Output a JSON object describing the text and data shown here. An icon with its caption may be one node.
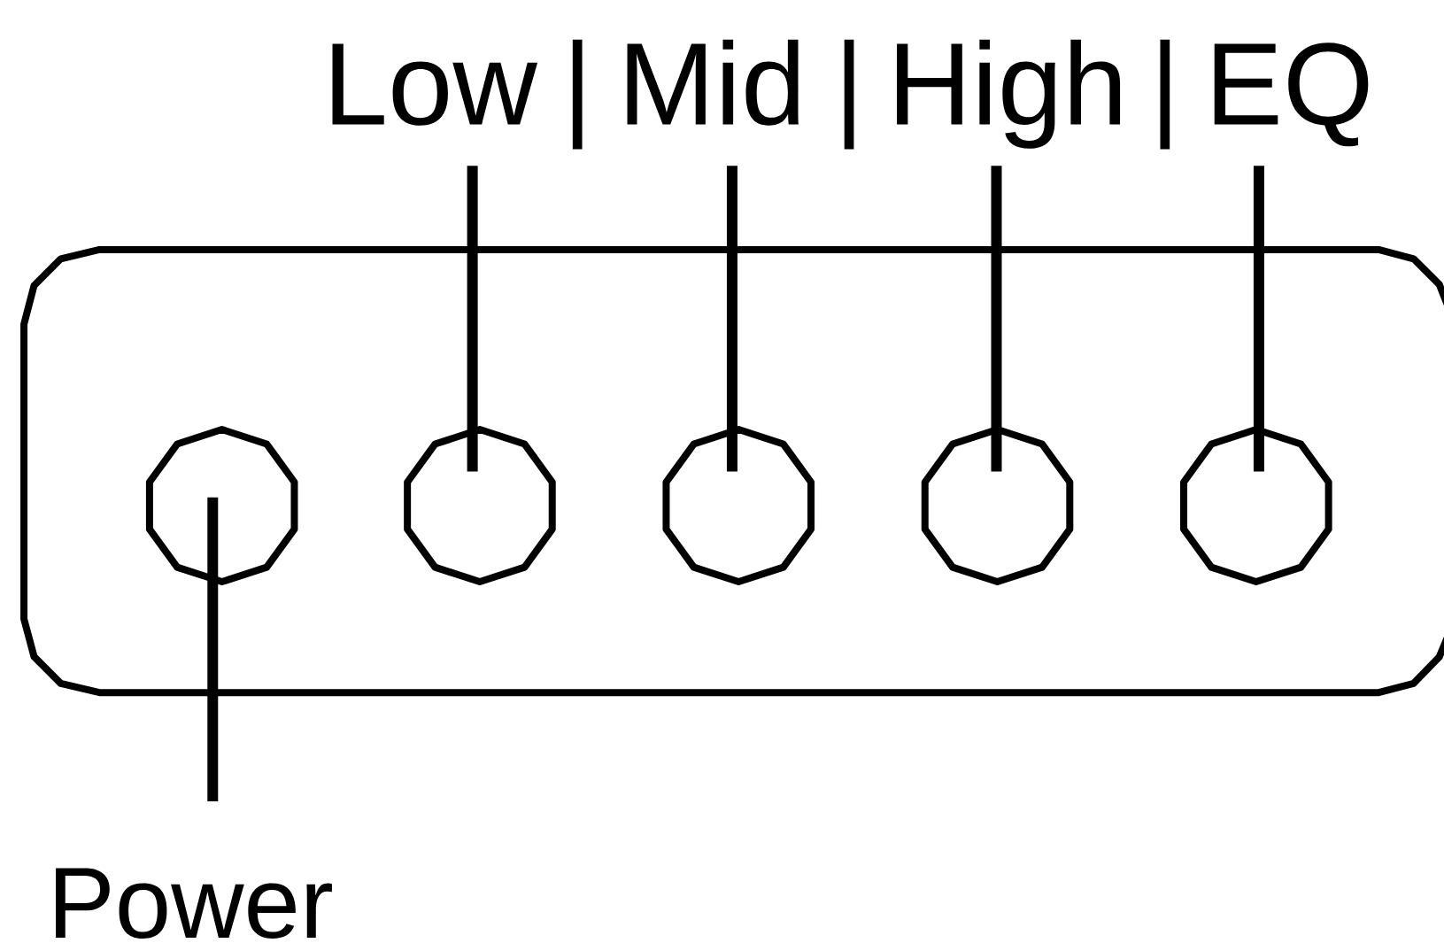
{
  "diagram": {
    "nodes": [
      {
        "text": [
          "Low"
        ]
      },
      {
        "text": [
          "Mid"
        ]
      },
      {
        "text": [
          "High"
        ]
      },
      {
        "text": [
          "EQ"
        ]
      },
      {
        "text": [],
        "shape": "box"
      },
      {
        "text": [],
        "shape": "decagon",
        "in": 4
      },
      {
        "text": [],
        "shape": "decagon",
        "in": 4
      },
      {
        "text": [],
        "shape": "decagon",
        "in": 4
      },
      {
        "text": [],
        "shape": "decagon",
        "in": 4
      },
      {
        "text": [],
        "shape": "decagon",
        "in": 4
      },
      {
        "text": [
          "Power"
        ]
      }
    ],
    "edges": [
      {
        "from": 0,
        "to": 6,
        "arrow": "none"
      },
      {
        "from": 1,
        "to": 7,
        "arrow": "none"
      },
      {
        "from": 2,
        "to": 8,
        "arrow": "none"
      },
      {
        "from": 3,
        "to": 9,
        "arrow": "none"
      },
      {
        "from": 10,
        "to": 5,
        "arrow": "none"
      }
    ],
    "labels": [
      "|",
      "|",
      "|"
    ]
  }
}
